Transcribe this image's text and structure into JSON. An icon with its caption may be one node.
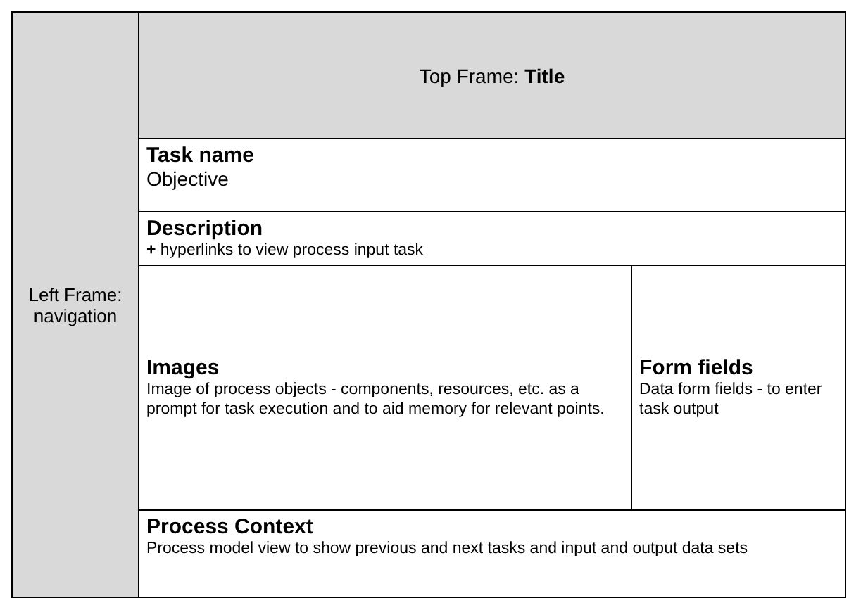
{
  "diagram": {
    "nodes": [
      {
        "text": [
          "Left Frame: navigation"
        ]
      },
      {
        "text": [
          "Top Frame: **Title**"
        ]
      },
      {
        "text": [
          "Task name",
          "Objective"
        ]
      },
      {
        "text": [
          "Description",
          "**+** hyperlinks to view process input task"
        ]
      },
      {
        "text": [
          "Images",
          "Image of process objects - components, resources, etc. as a prompt for task execution and to aid memory for relevant points."
        ]
      },
      {
        "text": [
          "Form fields",
          "Data form fields - to enter task output"
        ]
      },
      {
        "text": [
          "Process Context",
          "Process model view to show previous and next tasks and input and output data sets"
        ]
      }
    ]
  }
}
